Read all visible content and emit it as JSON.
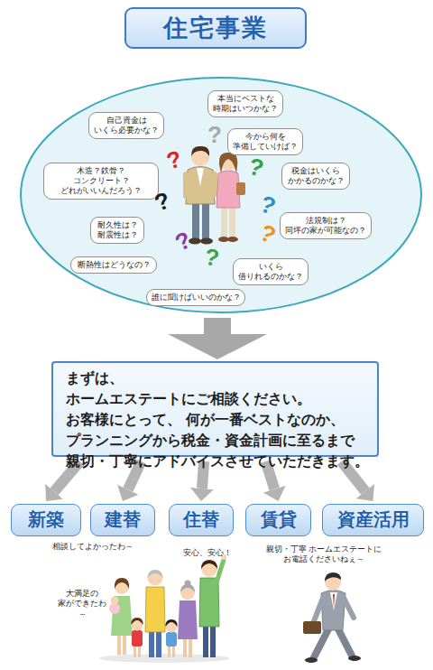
{
  "diagram": {
    "title": "住宅事業",
    "nodes": [
      {
        "text": [
          "本当にベストな 時期はいつかな？"
        ]
      },
      {
        "text": [
          "自己資金は いくら必要かな？"
        ]
      },
      {
        "text": [
          "今から何を 準備していけば？"
        ]
      },
      {
        "text": [
          "税金はいくら かかるのかな？"
        ]
      },
      {
        "text": [
          "木造？鉄骨？コンクリート？ どれがいいんだろう？"
        ]
      },
      {
        "text": [
          "法規制は？ 同坪の家が可能なの？"
        ]
      },
      {
        "text": [
          "耐久性は？ 耐震性は？"
        ]
      },
      {
        "text": [
          "断熱性はどうなの？"
        ]
      },
      {
        "text": [
          "いくら 借りれるのかな？"
        ]
      },
      {
        "text": [
          "誰に聞けばいいのかな？"
        ]
      },
      {
        "text": [
          "まずは、 ホームエステートにご相談ください。 お客様にとって、 何が一番ベストなのか、 プランニングから税金・資金計画に至るまで 親切・丁寧にアドバイスさせていただきます。"
        ]
      },
      {
        "text": [
          "新築"
        ]
      },
      {
        "text": [
          "建替"
        ]
      },
      {
        "text": [
          "住替"
        ]
      },
      {
        "text": [
          "賃貸"
        ]
      },
      {
        "text": [
          "資産活用"
        ]
      }
    ],
    "edges": [
      {
        "from": 10,
        "to": 11,
        "arrow": "to"
      },
      {
        "from": 10,
        "to": 12,
        "arrow": "to"
      },
      {
        "from": 10,
        "to": 13,
        "arrow": "to"
      },
      {
        "from": 10,
        "to": 14,
        "arrow": "to"
      },
      {
        "from": 10,
        "to": 15,
        "arrow": "to"
      }
    ],
    "labels": [
      "?",
      "?",
      "?",
      "?",
      "?",
      "?",
      "?",
      "?",
      "相談してよかったわ～",
      "安心、安心！",
      "大満足の 家ができたわ～",
      "親切・丁寧 ホームエステートに お電話くださいねぇ～"
    ]
  }
}
